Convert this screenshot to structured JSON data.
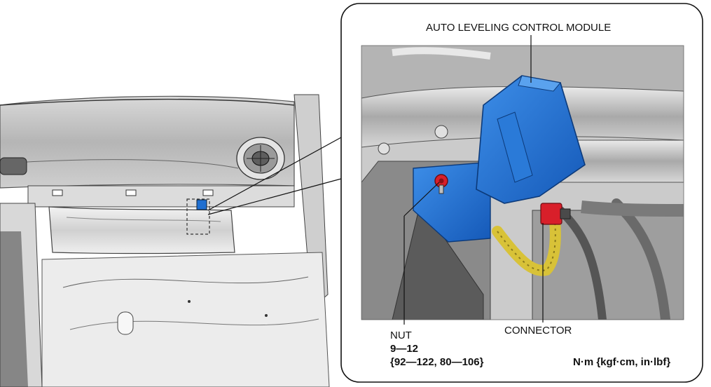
{
  "callouts": {
    "module": "AUTO LEVELING CONTROL MODULE",
    "nut": "NUT",
    "connector": "CONNECTOR"
  },
  "torque": {
    "nm": "9—12",
    "alt": "{92—122, 80—106}",
    "units": "N·m {kgf·cm, in·lbf}"
  },
  "colors": {
    "module_blue": "#1f6fd1",
    "nut_red": "#d81f2a",
    "harness_yellow": "#d8c238"
  }
}
